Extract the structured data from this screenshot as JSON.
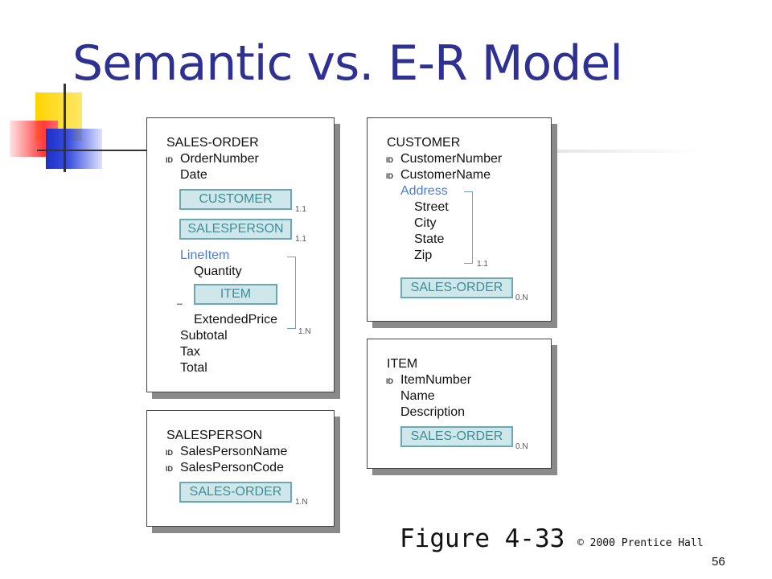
{
  "title": "Semantic vs. E-R Model",
  "sales_order": {
    "name": "SALES-ORDER",
    "id_label": "ID",
    "order_number": "OrderNumber",
    "date": "Date",
    "customer_box": "CUSTOMER",
    "customer_card": "1.1",
    "salesperson_box": "SALESPERSON",
    "salesperson_card": "1.1",
    "line_item": "LineItem",
    "quantity": "Quantity",
    "item_box": "ITEM",
    "item_dash": "_",
    "extended_price": "ExtendedPrice",
    "line_card": "1.N",
    "subtotal": "Subtotal",
    "tax": "Tax",
    "total": "Total"
  },
  "customer": {
    "name": "CUSTOMER",
    "id_label": "ID",
    "customer_number": "CustomerNumber",
    "customer_name": "CustomerName",
    "address": "Address",
    "street": "Street",
    "city": "City",
    "state": "State",
    "zip": "Zip",
    "address_card": "1.1",
    "sales_order_box": "SALES-ORDER",
    "sales_order_card": "0.N"
  },
  "item": {
    "name": "ITEM",
    "id_label": "ID",
    "item_number": "ItemNumber",
    "item_name": "Name",
    "description": "Description",
    "sales_order_box": "SALES-ORDER",
    "sales_order_card": "0.N"
  },
  "salesperson": {
    "name": "SALESPERSON",
    "id_label": "ID",
    "sales_person_name": "SalesPersonName",
    "sales_person_code": "SalesPersonCode",
    "sales_order_box": "SALES-ORDER",
    "sales_order_card": "1.N"
  },
  "figure_label": "Figure 4-33",
  "copyright": "© 2000 Prentice Hall",
  "page_number": "56"
}
